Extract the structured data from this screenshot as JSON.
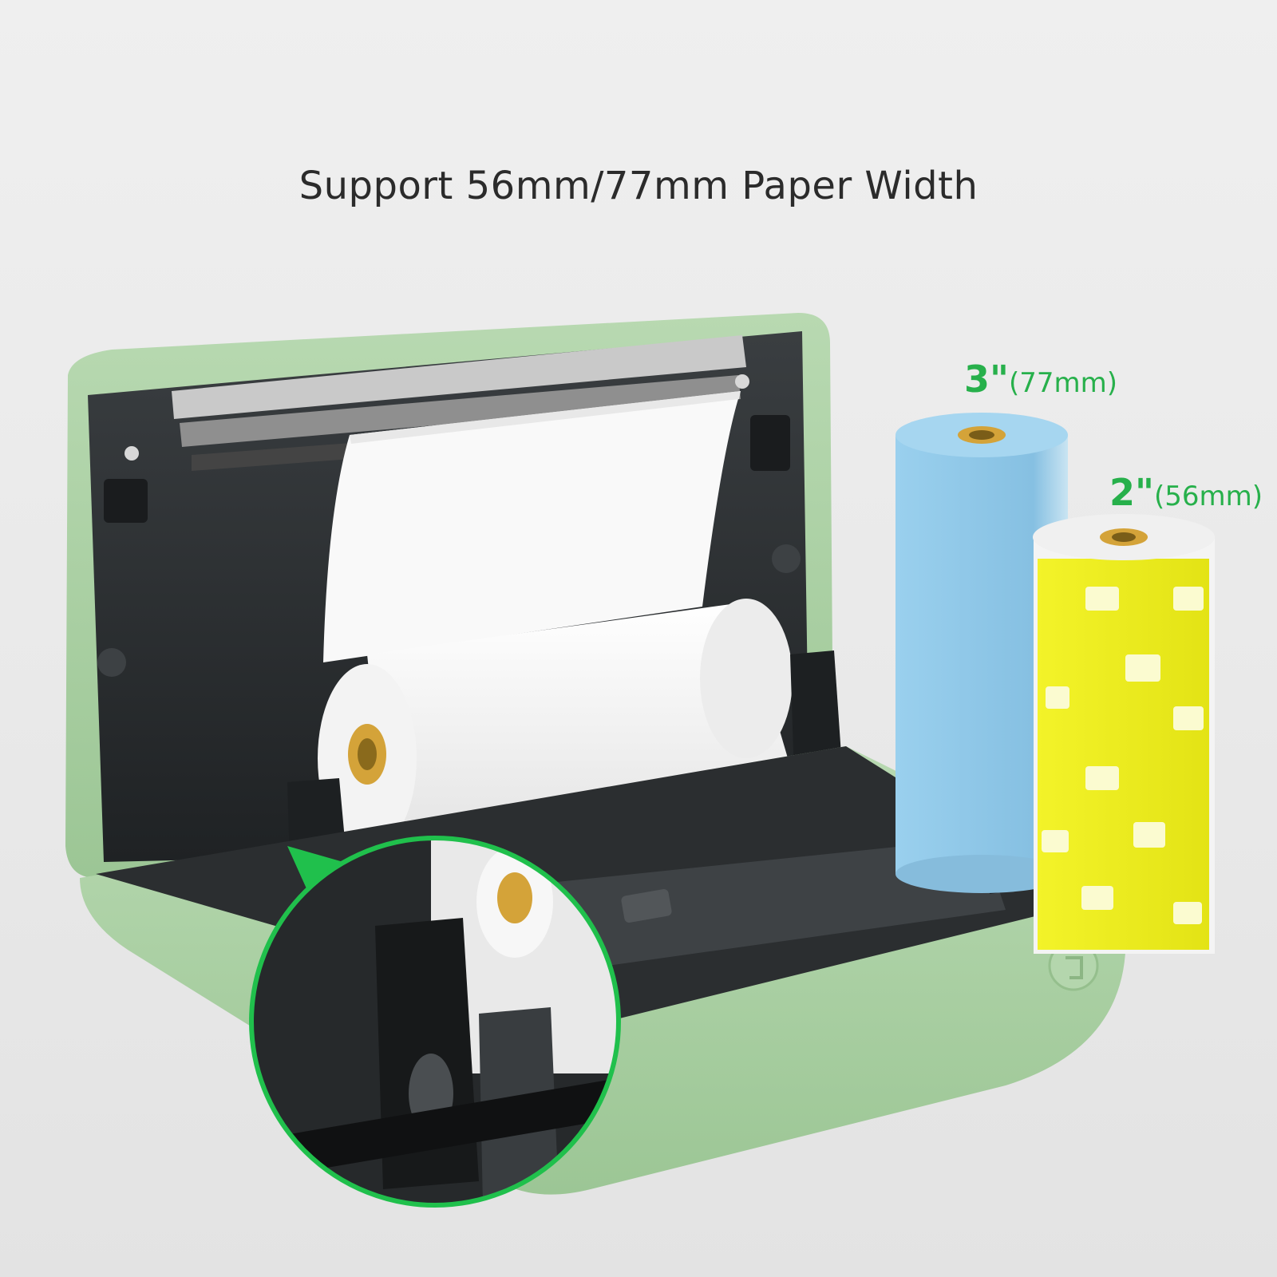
{
  "headline": "Support 56mm/77mm Paper Width",
  "roll_labels": [
    {
      "inch": "3\"",
      "mm": "(77mm)"
    },
    {
      "inch": "2\"",
      "mm": "(56mm)"
    }
  ],
  "colors": {
    "printer_body": "#a9cfa2",
    "printer_interior": "#2c2f31",
    "paper": "#f7f7f7",
    "core": "#d9a637",
    "blue_roll": "#8cc6e6",
    "yellow_roll": "#ecec1e",
    "accent_green": "#27b04b"
  }
}
